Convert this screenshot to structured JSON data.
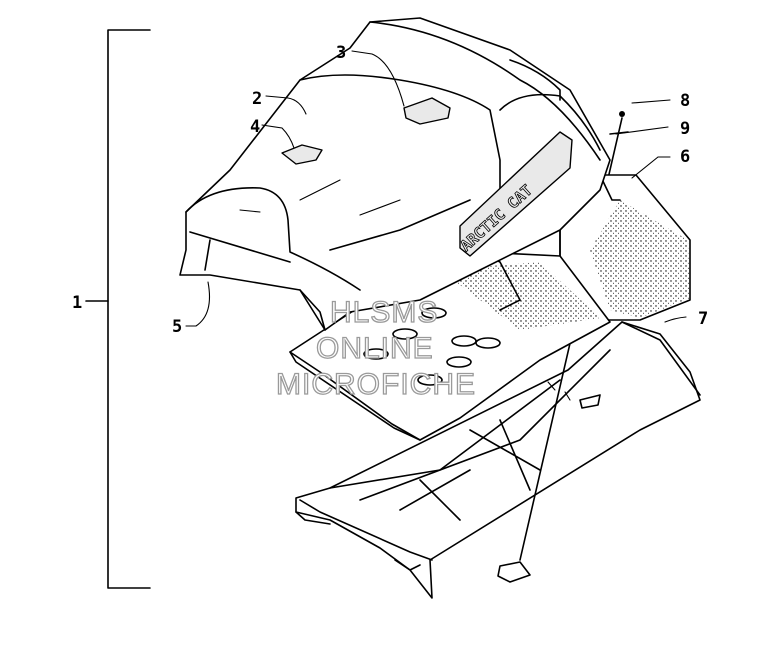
{
  "callouts": {
    "c1": "1",
    "c2": "2",
    "c3": "3",
    "c4": "4",
    "c5": "5",
    "c6": "6",
    "c7": "7",
    "c8": "8",
    "c9": "9"
  },
  "watermark": {
    "line1": "HLSMS",
    "line2": "ONLINE",
    "line3": "MICROFICHE"
  },
  "logo_text": "ARCTIC CAT"
}
